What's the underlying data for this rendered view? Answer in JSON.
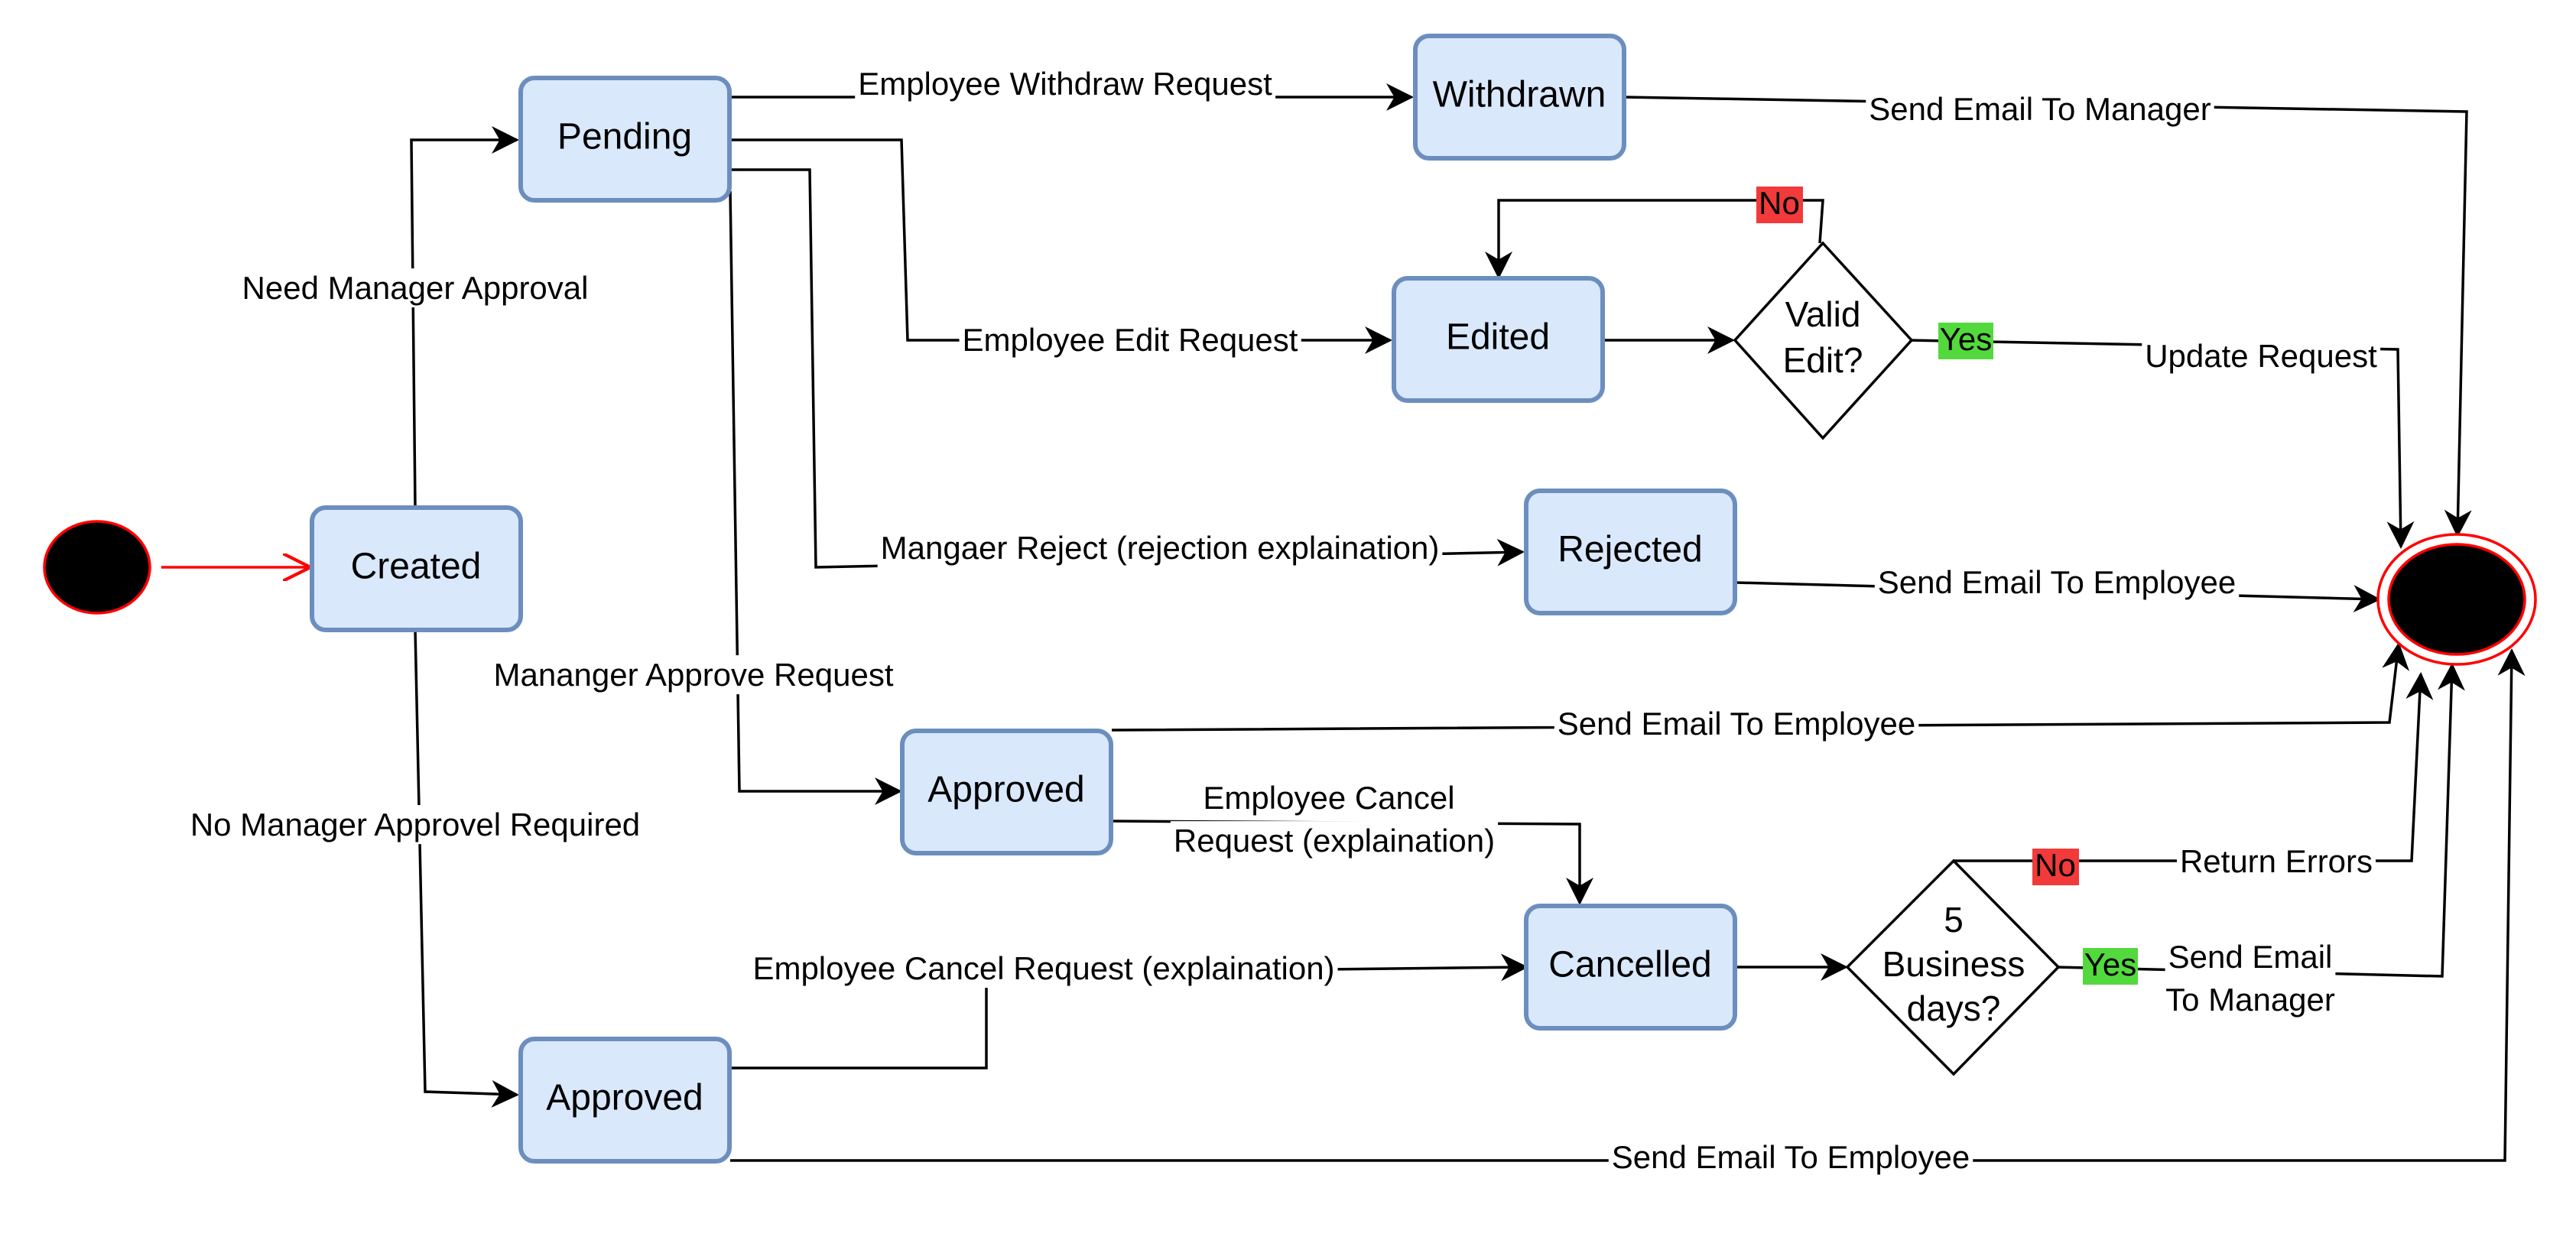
{
  "colors": {
    "state_fill": "#dae8fc",
    "state_stroke": "#6c8ebf",
    "start_node": "#000000",
    "start_arrow": "#ff0000",
    "end_ring": "#ff0000",
    "no_badge": "#f23a3a",
    "yes_badge": "#53d93d",
    "edge": "#000000"
  },
  "states": {
    "created": "Created",
    "pending": "Pending",
    "withdrawn": "Withdrawn",
    "edited": "Edited",
    "rejected": "Rejected",
    "approved_mid": "Approved",
    "cancelled": "Cancelled",
    "approved_bottom": "Approved"
  },
  "decisions": {
    "valid_edit": [
      "Valid",
      "Edit?"
    ],
    "business_days": [
      "5",
      "Business",
      "days?"
    ]
  },
  "edge_labels": {
    "need_manager_approval": "Need Manager Approval",
    "no_manager_approval_required": "No Manager Approvel Required",
    "employee_withdraw_request": "Employee Withdraw Request",
    "employee_edit_request": "Employee Edit Request",
    "manager_reject": "Mangaer Reject (rejection explaination)",
    "manager_approve_request": "Mananger Approve Request",
    "send_email_to_manager_withdrawn": "Send Email To Manager",
    "update_request": "Update Request",
    "send_email_to_employee_rejected": "Send Email To Employee",
    "send_email_to_employee_approved": "Send Email To Employee",
    "employee_cancel_request_approved": [
      "Employee Cancel",
      "Request (explaination)"
    ],
    "employee_cancel_request_bottom": "Employee Cancel Request (explaination)",
    "return_errors": "Return Errors",
    "send_email_to_manager_cancel": [
      "Send Email",
      "To Manager"
    ],
    "send_email_to_employee_bottom": "Send Email To Employee"
  },
  "badges": {
    "valid_no": "No",
    "valid_yes": "Yes",
    "days_no": "No",
    "days_yes": "Yes"
  }
}
